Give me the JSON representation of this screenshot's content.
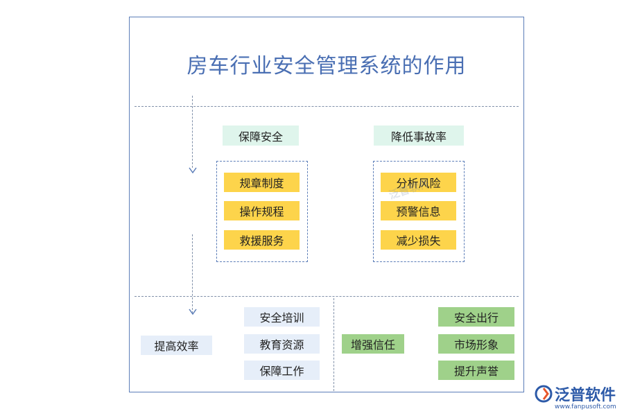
{
  "title": "房车行业安全管理系统的作用",
  "section1": {
    "left": {
      "header": "保障安全",
      "items": [
        "规章制度",
        "操作规程",
        "救援服务"
      ]
    },
    "right": {
      "header": "降低事故率",
      "items": [
        "分析风险",
        "预警信息",
        "减少损失"
      ]
    }
  },
  "section2": {
    "left": {
      "header": "提高效率",
      "items": [
        "安全培训",
        "教育资源",
        "保障工作"
      ]
    },
    "right": {
      "header": "增强信任",
      "items": [
        "安全出行",
        "市场形象",
        "提升声誉"
      ]
    }
  },
  "logo": {
    "name": "泛普软件",
    "url": "www.fanpusoft.com",
    "watermark": "泛普软件"
  },
  "colors": {
    "title": "#4a6fb3",
    "border": "#5b7db8",
    "mint": "#dff5ec",
    "yellow": "#fdd44b",
    "lightblue": "#e6eef9",
    "green": "#9fd18a"
  }
}
